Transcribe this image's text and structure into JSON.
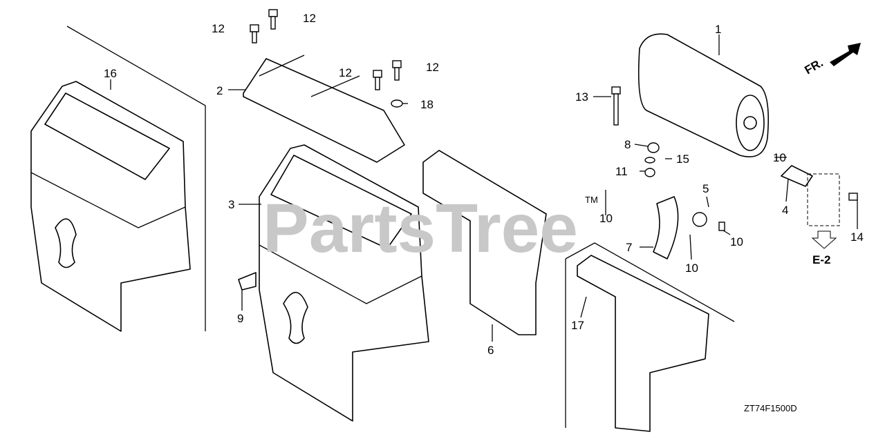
{
  "diagram_code": "ZT74F1500D",
  "front_indicator": "FR.",
  "reference": "E-2",
  "watermark": "PartsTree",
  "watermark_tm": "TM",
  "callouts": [
    "1",
    "2",
    "3",
    "4",
    "5",
    "6",
    "7",
    "8",
    "9",
    "10",
    "10",
    "10",
    "10",
    "11",
    "12",
    "12",
    "12",
    "12",
    "13",
    "14",
    "15",
    "16",
    "17",
    "18"
  ]
}
